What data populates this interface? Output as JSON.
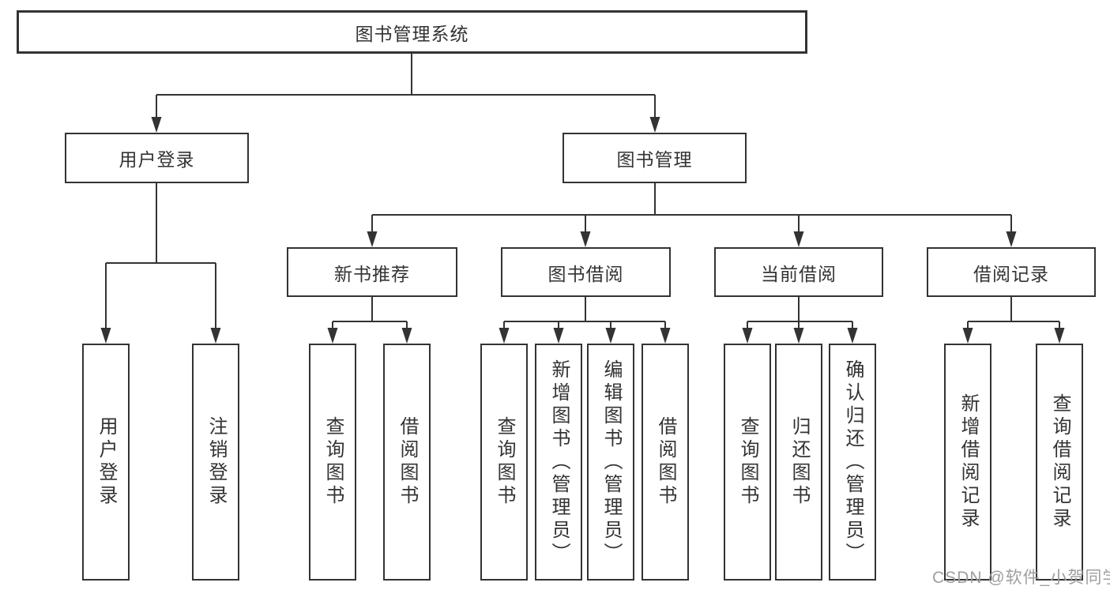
{
  "diagram": {
    "title": "图书管理系统",
    "root": {
      "label": "图书管理系统"
    },
    "level2": [
      {
        "id": "user-login",
        "label": "用户登录",
        "parent": "图书管理系统"
      },
      {
        "id": "book-management",
        "label": "图书管理",
        "parent": "图书管理系统"
      }
    ],
    "level3": [
      {
        "id": "new-book-recommend",
        "label": "新书推荐",
        "parent": "图书管理"
      },
      {
        "id": "book-borrow",
        "label": "图书借阅",
        "parent": "图书管理"
      },
      {
        "id": "current-borrow",
        "label": "当前借阅",
        "parent": "图书管理"
      },
      {
        "id": "borrow-records",
        "label": "借阅记录",
        "parent": "图书管理"
      }
    ],
    "leaves": [
      {
        "id": "leaf-user-login",
        "label": "用户登录",
        "parent": "用户登录"
      },
      {
        "id": "leaf-logout",
        "label": "注销登录",
        "parent": "用户登录"
      },
      {
        "id": "leaf-query-book-1",
        "label": "查询图书",
        "parent": "新书推荐"
      },
      {
        "id": "leaf-borrow-book-1",
        "label": "借阅图书",
        "parent": "新书推荐"
      },
      {
        "id": "leaf-query-book-2",
        "label": "查询图书",
        "parent": "图书借阅"
      },
      {
        "id": "leaf-add-book",
        "label": "新增图书（管理员）",
        "parent": "图书借阅"
      },
      {
        "id": "leaf-edit-book",
        "label": "编辑图书（管理员）",
        "parent": "图书借阅"
      },
      {
        "id": "leaf-borrow-book-2",
        "label": "借阅图书",
        "parent": "图书借阅"
      },
      {
        "id": "leaf-query-book-3",
        "label": "查询图书",
        "parent": "当前借阅"
      },
      {
        "id": "leaf-return-book",
        "label": "归还图书",
        "parent": "当前借阅"
      },
      {
        "id": "leaf-confirm-return",
        "label": "确认归还（管理员）",
        "parent": "当前借阅"
      },
      {
        "id": "leaf-add-borrow-record",
        "label": "新增借阅记录",
        "parent": "借阅记录"
      },
      {
        "id": "leaf-query-borrow-record",
        "label": "查询借阅记录",
        "parent": "借阅记录"
      }
    ]
  },
  "watermark": {
    "text": "CSDN @软件_小贺同学"
  },
  "colors": {
    "line": "#333333",
    "box_border": "#333333",
    "box_background": "#ffffff",
    "text": "#333333",
    "watermark": "#9e9e9e",
    "page_background": "#ffffff"
  }
}
